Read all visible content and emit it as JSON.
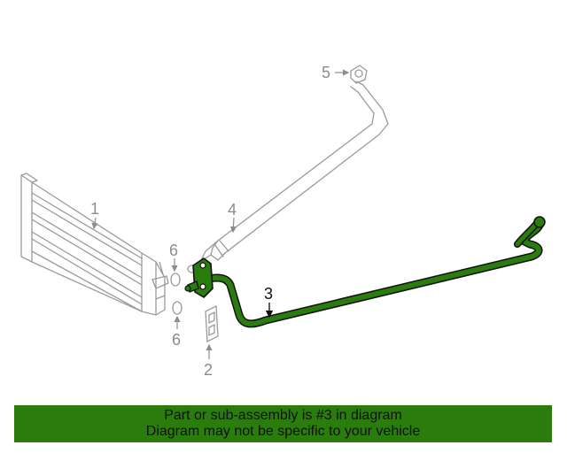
{
  "diagram": {
    "callouts": [
      {
        "number": "1",
        "part": "oil-cooler"
      },
      {
        "number": "2",
        "part": "bracket"
      },
      {
        "number": "3",
        "part": "cooler-line",
        "highlighted": true
      },
      {
        "number": "4",
        "part": "tube"
      },
      {
        "number": "5",
        "part": "connector"
      },
      {
        "number": "6",
        "part": "seal-upper"
      },
      {
        "number": "6",
        "part": "seal-lower"
      }
    ],
    "colors": {
      "part_stroke": "#a8a8a8",
      "highlight_fill": "#2a7d0c",
      "highlight_stroke": "#111111",
      "footer_background": "#2a7d0c"
    }
  },
  "footer": {
    "line1": "Part or sub-assembly is #3 in diagram",
    "line2": "Diagram may not be specific to your vehicle"
  }
}
